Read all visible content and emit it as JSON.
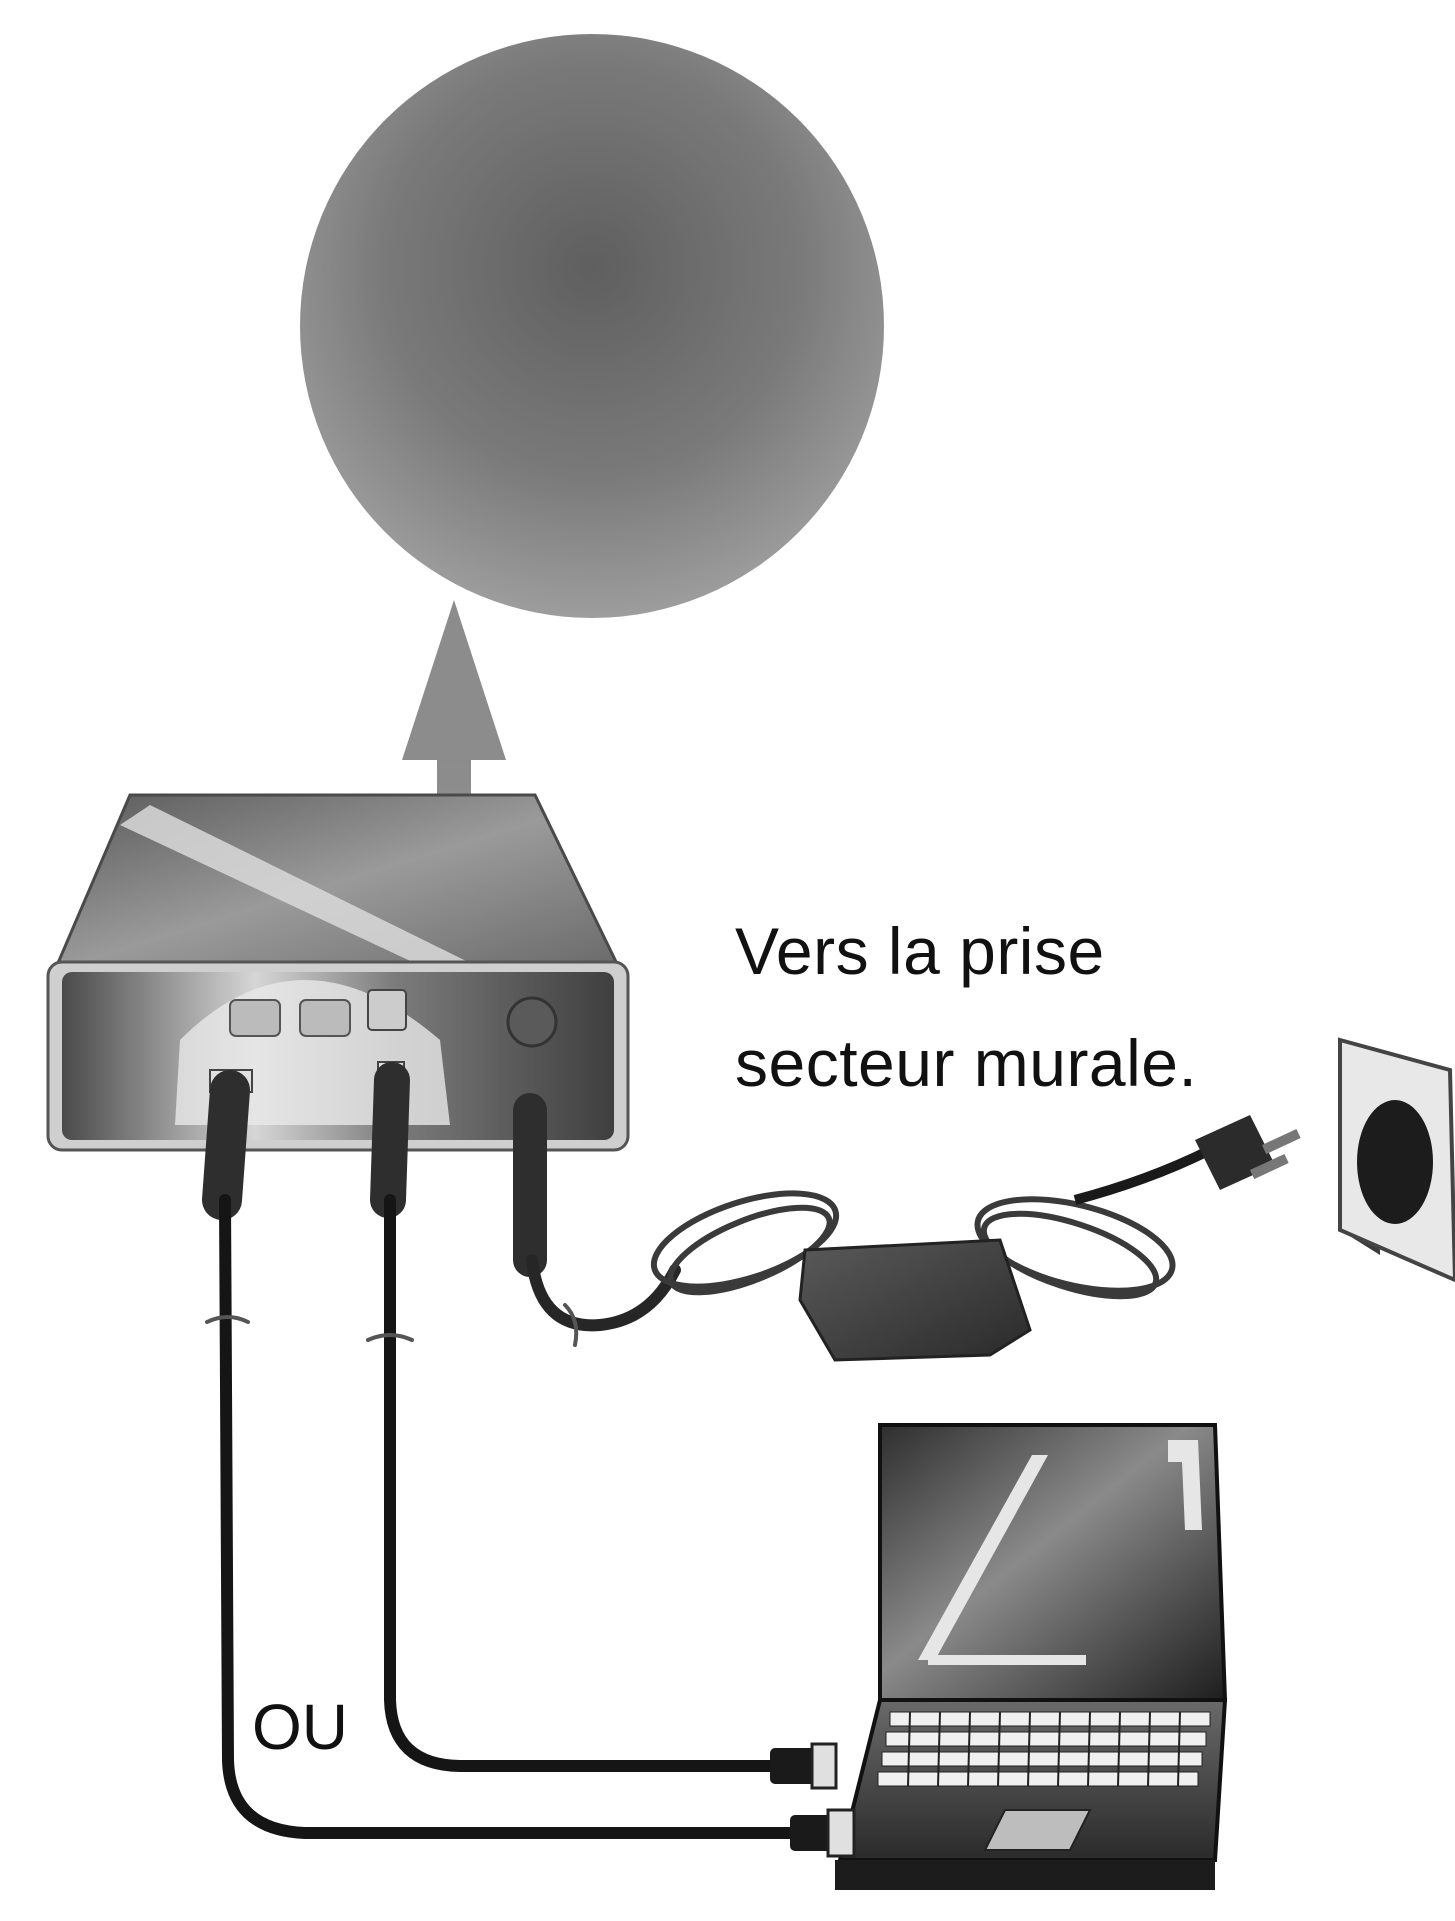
{
  "labels": {
    "wall_outlet_line1": "Vers la prise",
    "wall_outlet_line2": "secteur murale.",
    "or": "OU"
  },
  "icons": {
    "disc": "disc-icon",
    "up_arrow": "arrow-up-icon",
    "drive": "external-drive-icon",
    "adapter": "power-adapter-icon",
    "plug": "power-plug-icon",
    "outlet": "wall-outlet-icon",
    "laptop": "laptop-icon"
  },
  "colors": {
    "background": "#ffffff",
    "ink": "#111111",
    "gray_dark": "#3a3a3a",
    "gray_mid": "#7a7a7a",
    "gray_light": "#bdbdbd"
  }
}
